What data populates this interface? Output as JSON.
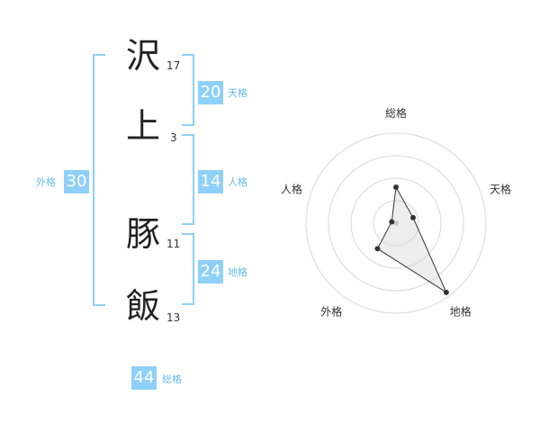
{
  "name_chars": [
    {
      "char": "沢",
      "strokes": "17"
    },
    {
      "char": "上",
      "strokes": "3"
    },
    {
      "char": "豚",
      "strokes": "11"
    },
    {
      "char": "飯",
      "strokes": "13"
    }
  ],
  "scores": {
    "tenkaku": {
      "value": "20",
      "label": "天格"
    },
    "jinkaku": {
      "value": "14",
      "label": "人格"
    },
    "chikaku": {
      "value": "24",
      "label": "地格"
    },
    "gaikaku": {
      "value": "30",
      "label": "外格"
    },
    "soukaku": {
      "value": "44",
      "label": "総格"
    }
  },
  "chart_data": {
    "type": "radar",
    "axes": [
      "総格",
      "天格",
      "地格",
      "外格",
      "人格"
    ],
    "values": [
      0.4,
      0.2,
      0.95,
      0.35,
      0.05
    ],
    "rings": 4
  },
  "colors": {
    "accent": "#8fd0f8",
    "accent_text": "#66bbee"
  }
}
